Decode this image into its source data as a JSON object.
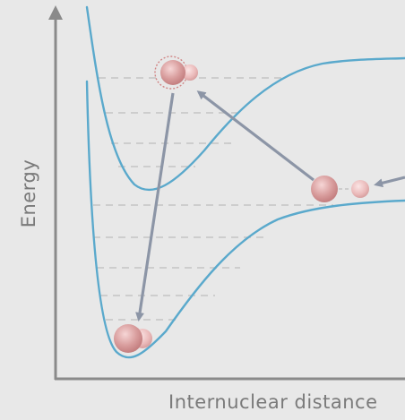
{
  "diagram": {
    "y_axis_label": "Energy",
    "x_axis_label": "Internuclear distance",
    "colors": {
      "background": "#e8e8e8",
      "axis": "#8a8a8a",
      "curve": "#5aa9cc",
      "levels": "#c4c4c4",
      "arrow": "#8c95a6",
      "atom_large": "#d49a9a",
      "atom_small": "#e9b8b8"
    },
    "elements": [
      "energy-axis",
      "distance-axis",
      "excited-potential-curve",
      "ground-potential-curve",
      "vibrational-levels",
      "transition-arrows",
      "molecules",
      "free-atoms"
    ]
  }
}
